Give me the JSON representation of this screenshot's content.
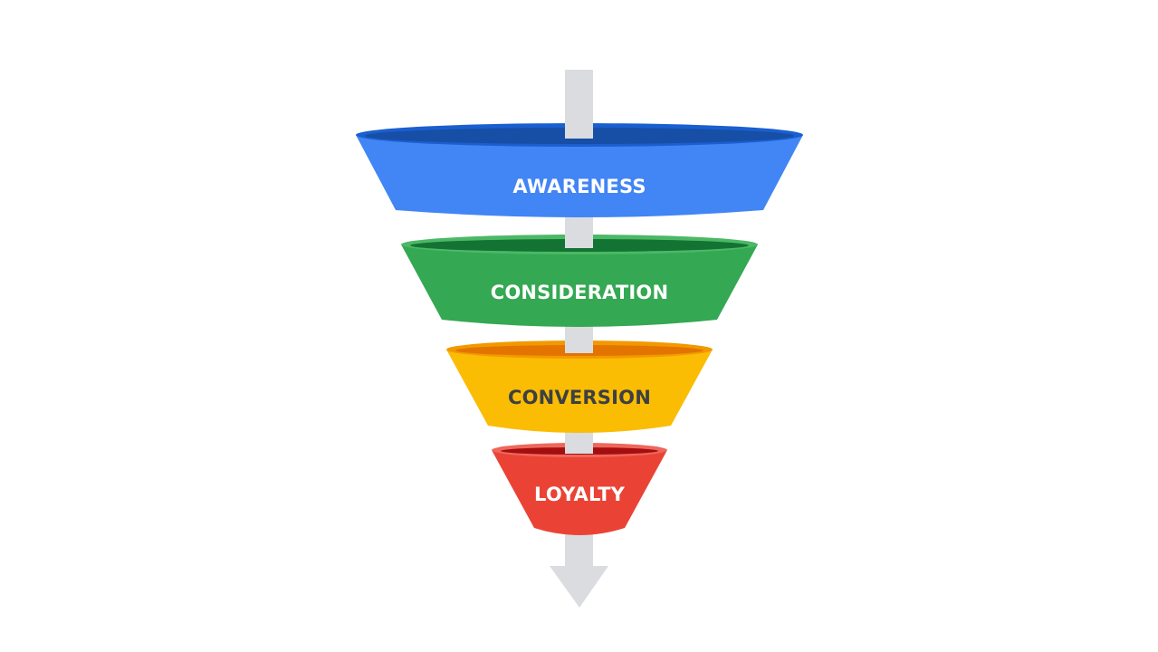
{
  "diagram": {
    "type": "marketing-funnel",
    "flow_direction": "top-to-bottom",
    "arrow_color": "#dadce0",
    "stages": [
      {
        "label": "AWARENESS",
        "body_color": "#4285f4",
        "rim_color": "#1a5fd0",
        "inner_color": "#174ea6",
        "text_color": "#ffffff"
      },
      {
        "label": "CONSIDERATION",
        "body_color": "#34a853",
        "rim_color": "#4cb866",
        "inner_color": "#137333",
        "text_color": "#ffffff"
      },
      {
        "label": "CONVERSION",
        "body_color": "#fbbc04",
        "rim_color": "#f29900",
        "inner_color": "#e37400",
        "text_color": "#3c4043"
      },
      {
        "label": "LOYALTY",
        "body_color": "#ea4335",
        "rim_color": "#ee675c",
        "inner_color": "#a50e0e",
        "text_color": "#ffffff"
      }
    ]
  }
}
